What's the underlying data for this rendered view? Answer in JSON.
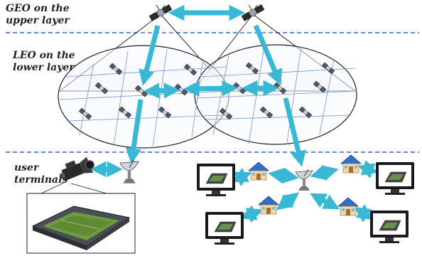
{
  "labels": {
    "geo": "GEO on the\nupper layer",
    "leo": "LEO on the\nlower layer",
    "user": "user\nterminals"
  },
  "colors": {
    "divider": "#3b63b8",
    "link_arrow": "#39b8d6",
    "orbit_outline": "#1e1e1e",
    "orbit_grid": "#6f95c9",
    "monitor_frame": "#1a1a1a",
    "house_roof": "#2f6fd1",
    "house_wall": "#f2d7a8"
  },
  "icons": {
    "geo_satellite": "satellite-icon",
    "leo_satellite": "small-satellite-icon",
    "ground_station": "satellite-dish-icon",
    "camera": "video-camera-icon",
    "house": "house-icon",
    "monitor": "monitor-icon",
    "stadium": "stadium-icon"
  },
  "layers": [
    "GEO",
    "LEO",
    "user terminals"
  ]
}
